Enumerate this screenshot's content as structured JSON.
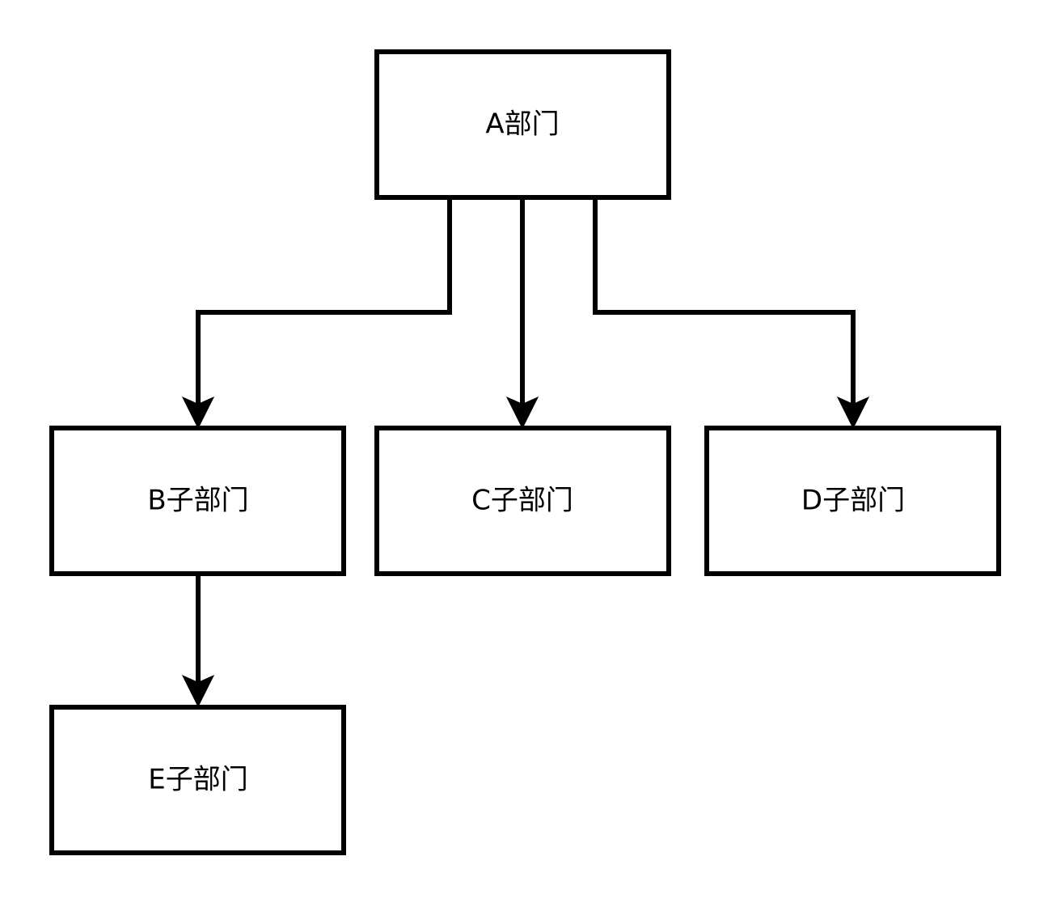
{
  "diagram": {
    "nodes": [
      {
        "id": "A",
        "label": "A部门"
      },
      {
        "id": "B",
        "label": "B子部门"
      },
      {
        "id": "C",
        "label": "C子部门"
      },
      {
        "id": "D",
        "label": "D子部门"
      },
      {
        "id": "E",
        "label": "E子部门"
      }
    ],
    "edges": [
      {
        "from": "A",
        "to": "B"
      },
      {
        "from": "A",
        "to": "C"
      },
      {
        "from": "A",
        "to": "D"
      },
      {
        "from": "B",
        "to": "E"
      }
    ]
  }
}
